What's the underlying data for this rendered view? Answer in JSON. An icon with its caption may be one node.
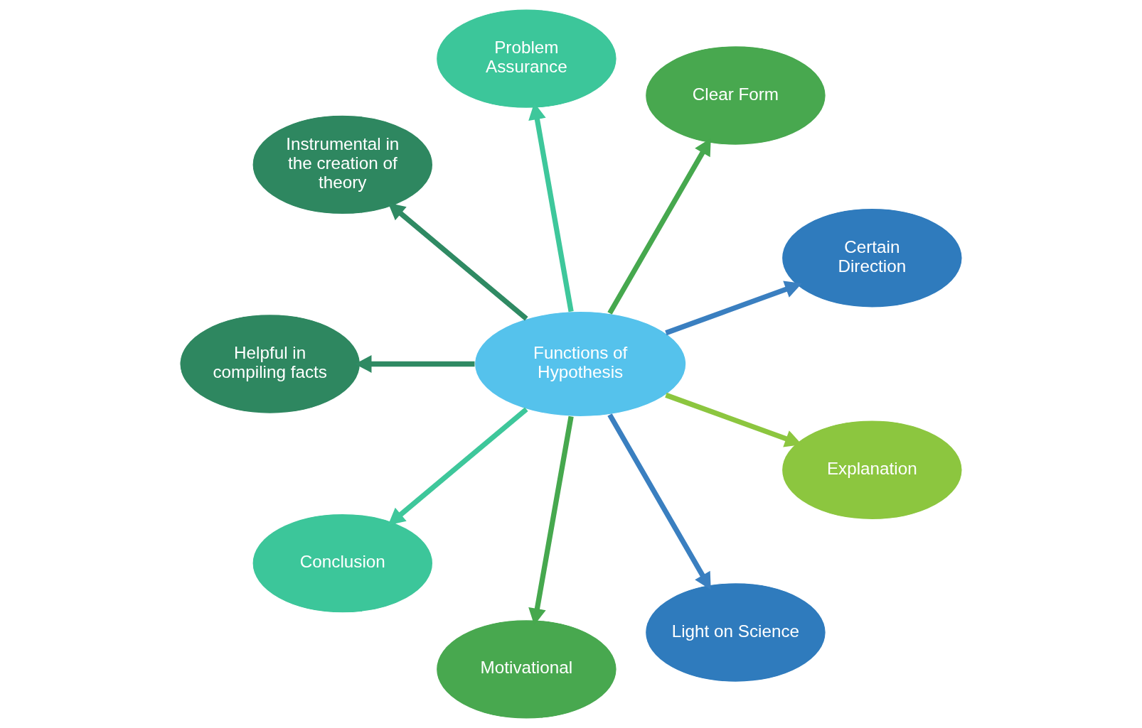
{
  "diagram": {
    "nodes": [
      {
        "text": [
          "Certain Direction"
        ]
      },
      {
        "text": [
          "Clear Form"
        ]
      },
      {
        "text": [
          "Problem Assurance"
        ]
      },
      {
        "text": [
          "Instrumental in the creation of theory"
        ]
      },
      {
        "text": [
          "Helpful in compiling facts"
        ]
      },
      {
        "text": [
          "Functions of Hypothesis"
        ]
      },
      {
        "text": [
          "Conclusion"
        ]
      },
      {
        "text": [
          "Motivational"
        ]
      },
      {
        "text": [
          "Light on Science"
        ]
      },
      {
        "text": [
          "Explanation"
        ]
      }
    ],
    "edges": [
      {
        "from": 5,
        "to": 0,
        "arrow": "to",
        "color": "#3a7fc0"
      },
      {
        "from": 5,
        "to": 1,
        "arrow": "to",
        "color": "#46a84e"
      },
      {
        "from": 5,
        "to": 2,
        "arrow": "to",
        "color": "#3ec79b"
      },
      {
        "from": 5,
        "to": 3,
        "arrow": "to",
        "color": "#2f8a63"
      },
      {
        "from": 5,
        "to": 4,
        "arrow": "to",
        "color": "#2f8a63"
      },
      {
        "from": 5,
        "to": 6,
        "arrow": "to",
        "color": "#3ec79b"
      },
      {
        "from": 5,
        "to": 7,
        "arrow": "to",
        "color": "#46a84e"
      },
      {
        "from": 5,
        "to": 8,
        "arrow": "to",
        "color": "#3a7fc0"
      },
      {
        "from": 5,
        "to": 9,
        "arrow": "to",
        "color": "#8cc63f"
      }
    ]
  }
}
